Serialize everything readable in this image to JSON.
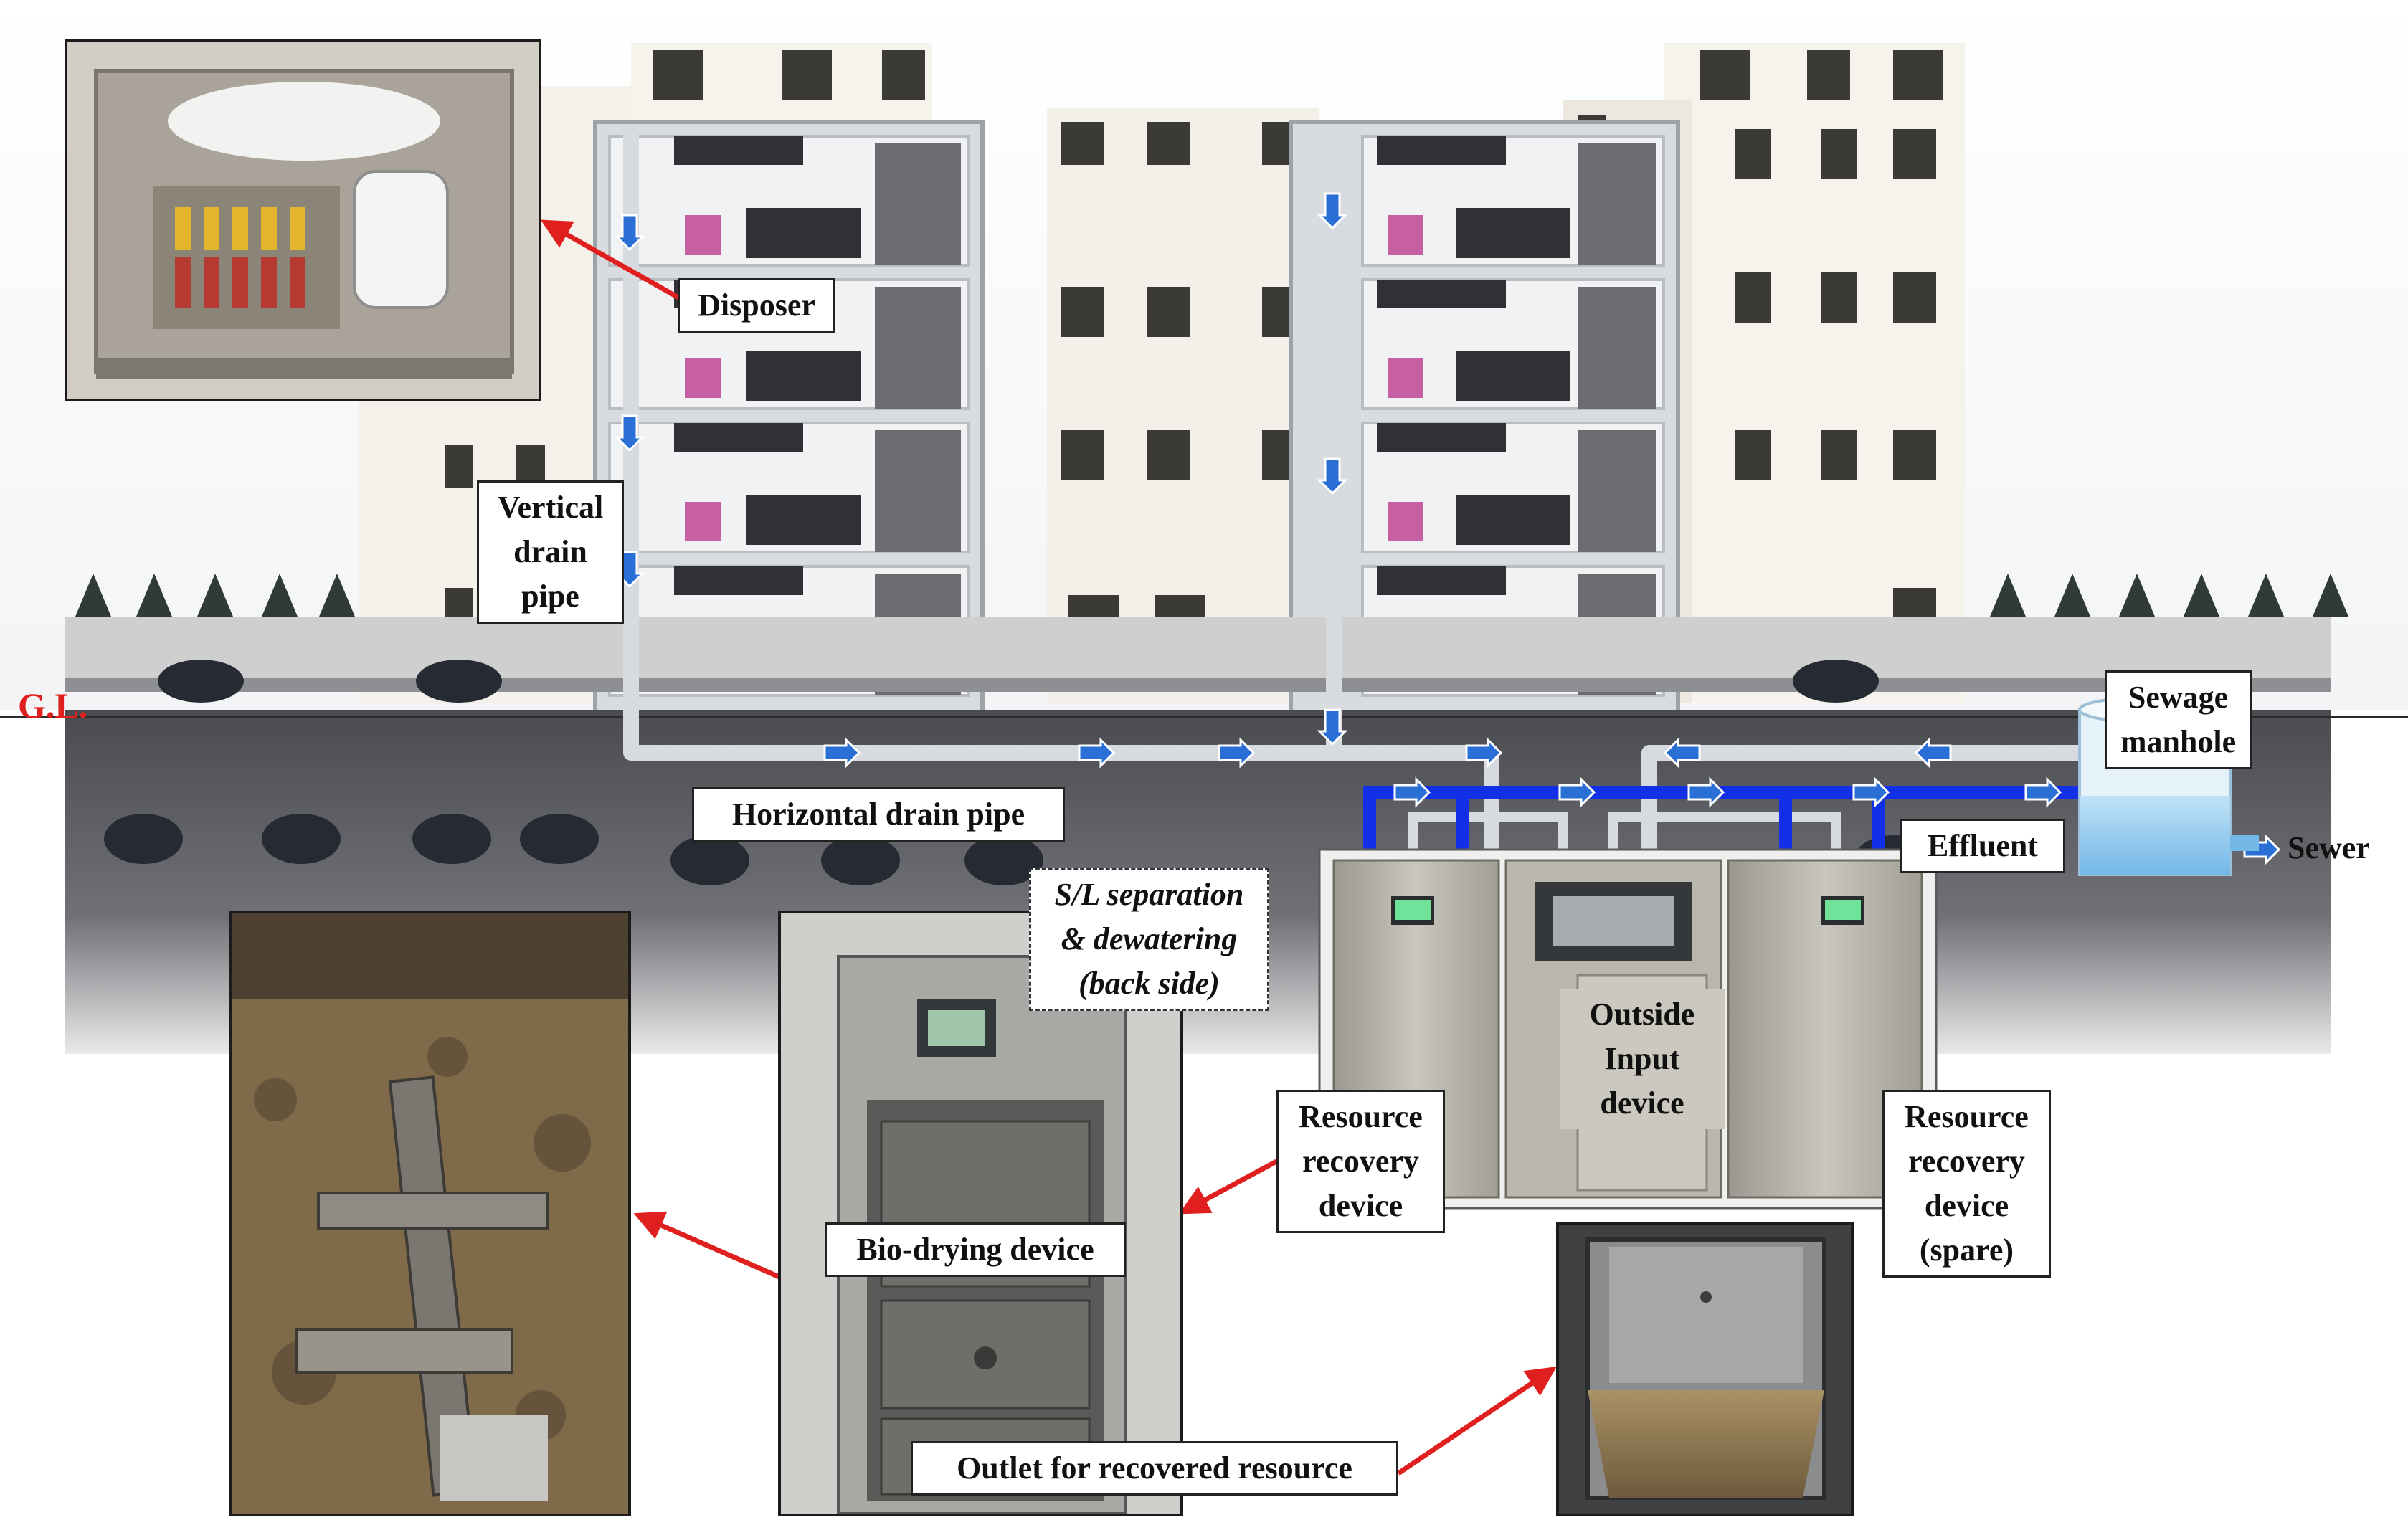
{
  "labels": {
    "disposer": "Disposer",
    "vertical_drain_pipe": [
      "Vertical",
      "drain",
      "pipe"
    ],
    "ground_level": "G.L.",
    "horizontal_drain_pipe": "Horizontal drain pipe",
    "sewage_manhole": [
      "Sewage",
      "manhole"
    ],
    "effluent": "Effluent",
    "sewer": "Sewer",
    "sl_separation": [
      "S/L separation",
      "& dewatering",
      "(back side)"
    ],
    "outside_input_device": [
      "Outside",
      "Input",
      "device"
    ],
    "resource_recovery_device": [
      "Resource",
      "recovery",
      "device"
    ],
    "resource_recovery_device_spare": [
      "Resource",
      "recovery",
      "device",
      "(spare)"
    ],
    "bio_drying_device": "Bio-drying device",
    "outlet_recovered_resource": "Outlet for recovered resource"
  },
  "colors": {
    "annotation_arrow": "#e0201e",
    "effluent_pipe": "#1230e8",
    "drain_pipe": "#d7dadf",
    "flow_arrow": "#2a6fd6"
  },
  "icons": [
    "flow-arrow-icon",
    "annotation-arrow-icon"
  ]
}
